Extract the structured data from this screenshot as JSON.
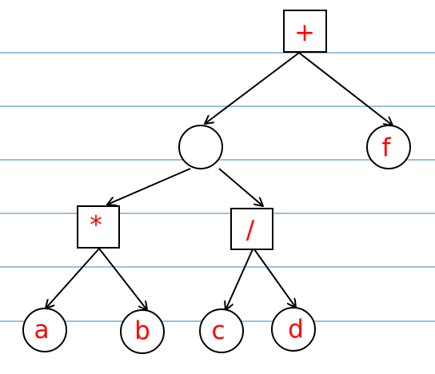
{
  "labels": {
    "plus": "+",
    "empty": "",
    "f": "f",
    "mul": "*",
    "div": "/",
    "a": "a",
    "b": "b",
    "c": "c",
    "d": "d"
  },
  "colors": {
    "label": "#ff0000",
    "rule": "#5b9bd5",
    "stroke": "#000000"
  }
}
